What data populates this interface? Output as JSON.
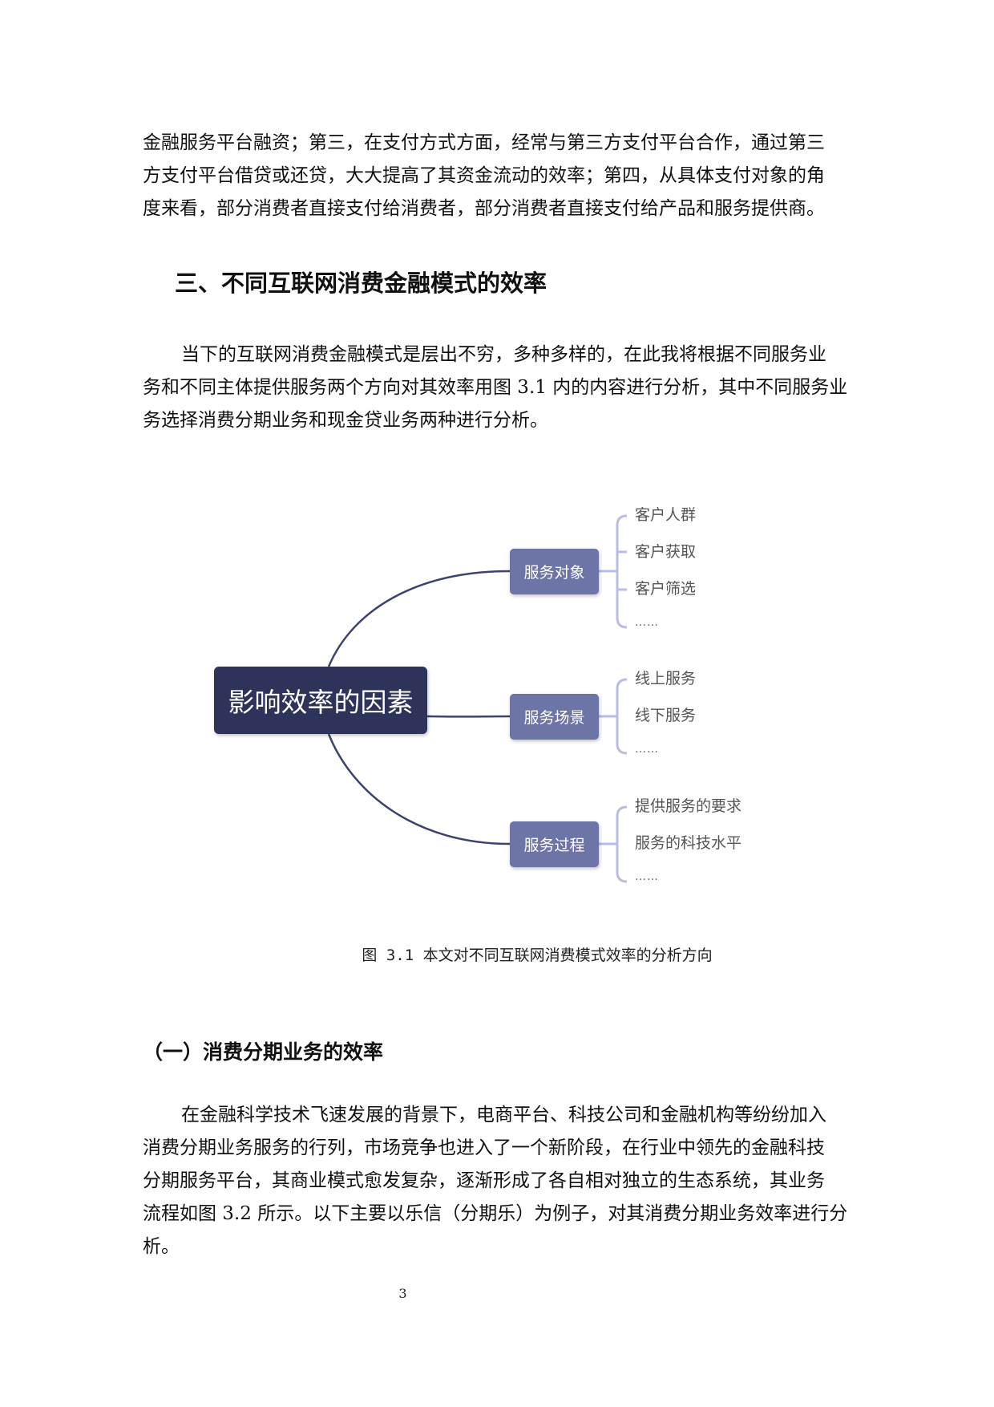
{
  "intro_paragraph": {
    "lines": [
      "金融服务平台融资；第三，在支付方式方面，经常与第三方支付平台合作，通过第三",
      "方支付平台借贷或还贷，大大提高了其资金流动的效率；第四，从具体支付对象的角",
      "度来看，部分消费者直接支付给消费者，部分消费者直接支付给产品和服务提供商。"
    ]
  },
  "section_heading": "三、不同互联网消费金融模式的效率",
  "section_paragraph": {
    "lines": [
      "当下的互联网消费金融模式是层出不穷，多种多样的，在此我将根据不同服务业",
      "务和不同主体提供服务两个方向对其效率用图 3.1 内的内容进行分析，其中不同服务业",
      "务选择消费分期业务和现金贷业务两种进行分析。"
    ]
  },
  "mindmap": {
    "root": "影响效率的因素",
    "colors": {
      "root": "#2e3359",
      "branch": "#6d74a6",
      "bracket": "#b8bde8",
      "line": "#3d4370"
    },
    "branches": [
      {
        "label": "服务对象",
        "items": [
          "客户人群",
          "客户获取",
          "客户筛选",
          "……"
        ]
      },
      {
        "label": "服务场景",
        "items": [
          "线上服务",
          "线下服务",
          "……"
        ]
      },
      {
        "label": "服务过程",
        "items": [
          "提供服务的要求",
          "服务的科技水平",
          "……"
        ]
      }
    ]
  },
  "figure_caption": "图 3.1  本文对不同互联网消费模式效率的分析方向",
  "subsection_heading": "（一）消费分期业务的效率",
  "subsection_paragraph": {
    "lines": [
      "在金融科学技术飞速发展的背景下，电商平台、科技公司和金融机构等纷纷加入",
      "消费分期业务服务的行列，市场竞争也进入了一个新阶段，在行业中领先的金融科技",
      "分期服务平台，其商业模式愈发复杂，逐渐形成了各自相对独立的生态系统，其业务",
      "流程如图 3.2 所示。以下主要以乐信（分期乐）为例子，对其消费分期业务效率进行分",
      "析。"
    ]
  },
  "page_number": "3"
}
